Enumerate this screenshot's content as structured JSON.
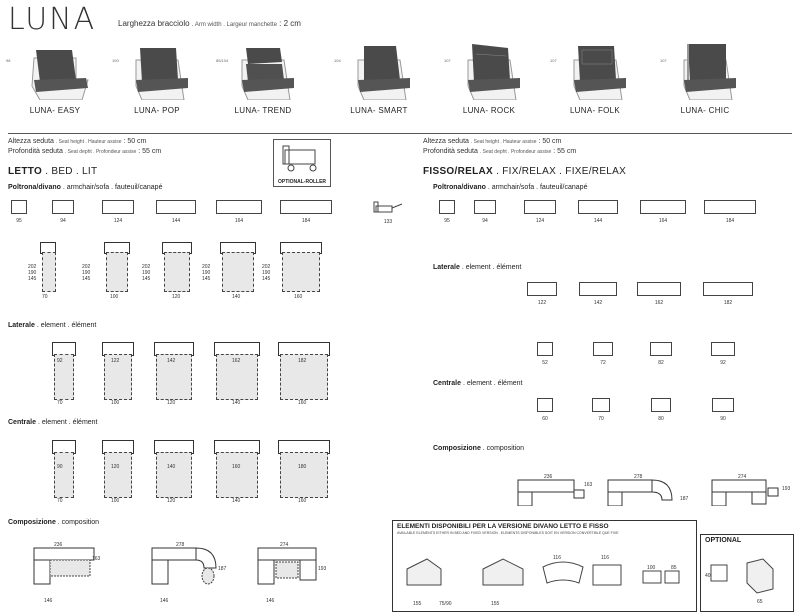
{
  "brand": "LUNA",
  "arm_width": {
    "label": "Larghezza bracciolo",
    "en": "Arm width",
    "fr": "Largeur manchette",
    "value": ": 2 cm"
  },
  "models": [
    {
      "name": "LUNA- EASY",
      "h": "98"
    },
    {
      "name": "LUNA- POP",
      "h": "100"
    },
    {
      "name": "LUNA- TREND",
      "h": "85/104"
    },
    {
      "name": "LUNA- SMART",
      "h": "104"
    },
    {
      "name": "LUNA- ROCK",
      "h": "107"
    },
    {
      "name": "LUNA- FOLK",
      "h": "107"
    },
    {
      "name": "LUNA- CHIC",
      "h": "107"
    }
  ],
  "seat_left": {
    "l1": "Altezza seduta",
    "l1s": "Seat height . Hauteur assise",
    "l1v": ": 50 cm",
    "l2": "Profondità seduta",
    "l2s": "Seat depht . Profondeur assise",
    "l2v": ": 55 cm"
  },
  "seat_right": {
    "l1": "Altezza seduta",
    "l1s": "Seat height . Hauteur assise",
    "l1v": ": 50 cm",
    "l2": "Profondità seduta",
    "l2s": "Seat depht . Profondeur assise",
    "l2v": ": 55 cm"
  },
  "optional_roller": "OPTIONAL-ROLLER",
  "letto": {
    "title": "LETTO",
    "sub": ". BED . LIT"
  },
  "fisso": {
    "title": "FISSO/RELAX",
    "sub": ". FIX/RELAX . FIXE/RELAX"
  },
  "poltrona": {
    "title": "Poltrona/divano",
    "sub": ". armchair/sofa . fauteuil/canapé"
  },
  "laterale": {
    "title": "Laterale",
    "sub": ". element . élément"
  },
  "centrale": {
    "title": "Centrale",
    "sub": ". element . élément"
  },
  "composizione": {
    "title": "Composizione",
    "sub": ". composition"
  },
  "letto_widths": [
    "95",
    "94",
    "124",
    "144",
    "164",
    "184"
  ],
  "letto_beds": [
    {
      "w": "70",
      "a": "202",
      "b": "190",
      "c": "145"
    },
    {
      "w": "100",
      "a": "202",
      "b": "190",
      "c": "145"
    },
    {
      "w": "120",
      "a": "202",
      "b": "190",
      "c": "145"
    },
    {
      "w": "140",
      "a": "202",
      "b": "190",
      "c": "145"
    },
    {
      "w": "160",
      "a": "202",
      "b": "190",
      "c": "145"
    }
  ],
  "letto_lat": [
    "92",
    "122",
    "142",
    "162",
    "182"
  ],
  "letto_lat_beds": [
    "70",
    "100",
    "120",
    "140",
    "160"
  ],
  "letto_cen": [
    "90",
    "120",
    "140",
    "160",
    "180"
  ],
  "letto_cen_beds": [
    "70",
    "100",
    "120",
    "140",
    "160"
  ],
  "letto_comp": [
    {
      "top": "236",
      "side": "163",
      "bottom": "146"
    },
    {
      "top": "278",
      "side": "187",
      "bottom": "146"
    },
    {
      "top": "274",
      "side": "193",
      "bottom": "146"
    }
  ],
  "fisso_widths": [
    "133",
    "95",
    "94",
    "124",
    "144",
    "164",
    "184"
  ],
  "fisso_lat": [
    "122",
    "142",
    "162",
    "182"
  ],
  "fisso_lat_el": [
    "52",
    "72",
    "82",
    "92"
  ],
  "fisso_cen": [
    "60",
    "70",
    "80",
    "90"
  ],
  "fisso_comp": [
    {
      "top": "236",
      "side": "163"
    },
    {
      "top": "278",
      "side": "187"
    },
    {
      "top": "274",
      "side": "193"
    }
  ],
  "elementi": {
    "title": "ELEMENTI DISPONIBILI PER LA VERSIONE DIVANO LETTO E FISSO",
    "sub": "AVAILABLE ELEMENTS EITHER IN BED AND FIXED VERSION . ELEMENTS DISPONIBLES SOIT EN VERSION CONVERTIBLE QUE FIXE",
    "dims": [
      "155",
      "75/90",
      "155",
      "116",
      "116",
      "100",
      "85"
    ]
  },
  "optional": {
    "title": "OPTIONAL",
    "dims": [
      "40",
      "65"
    ]
  }
}
